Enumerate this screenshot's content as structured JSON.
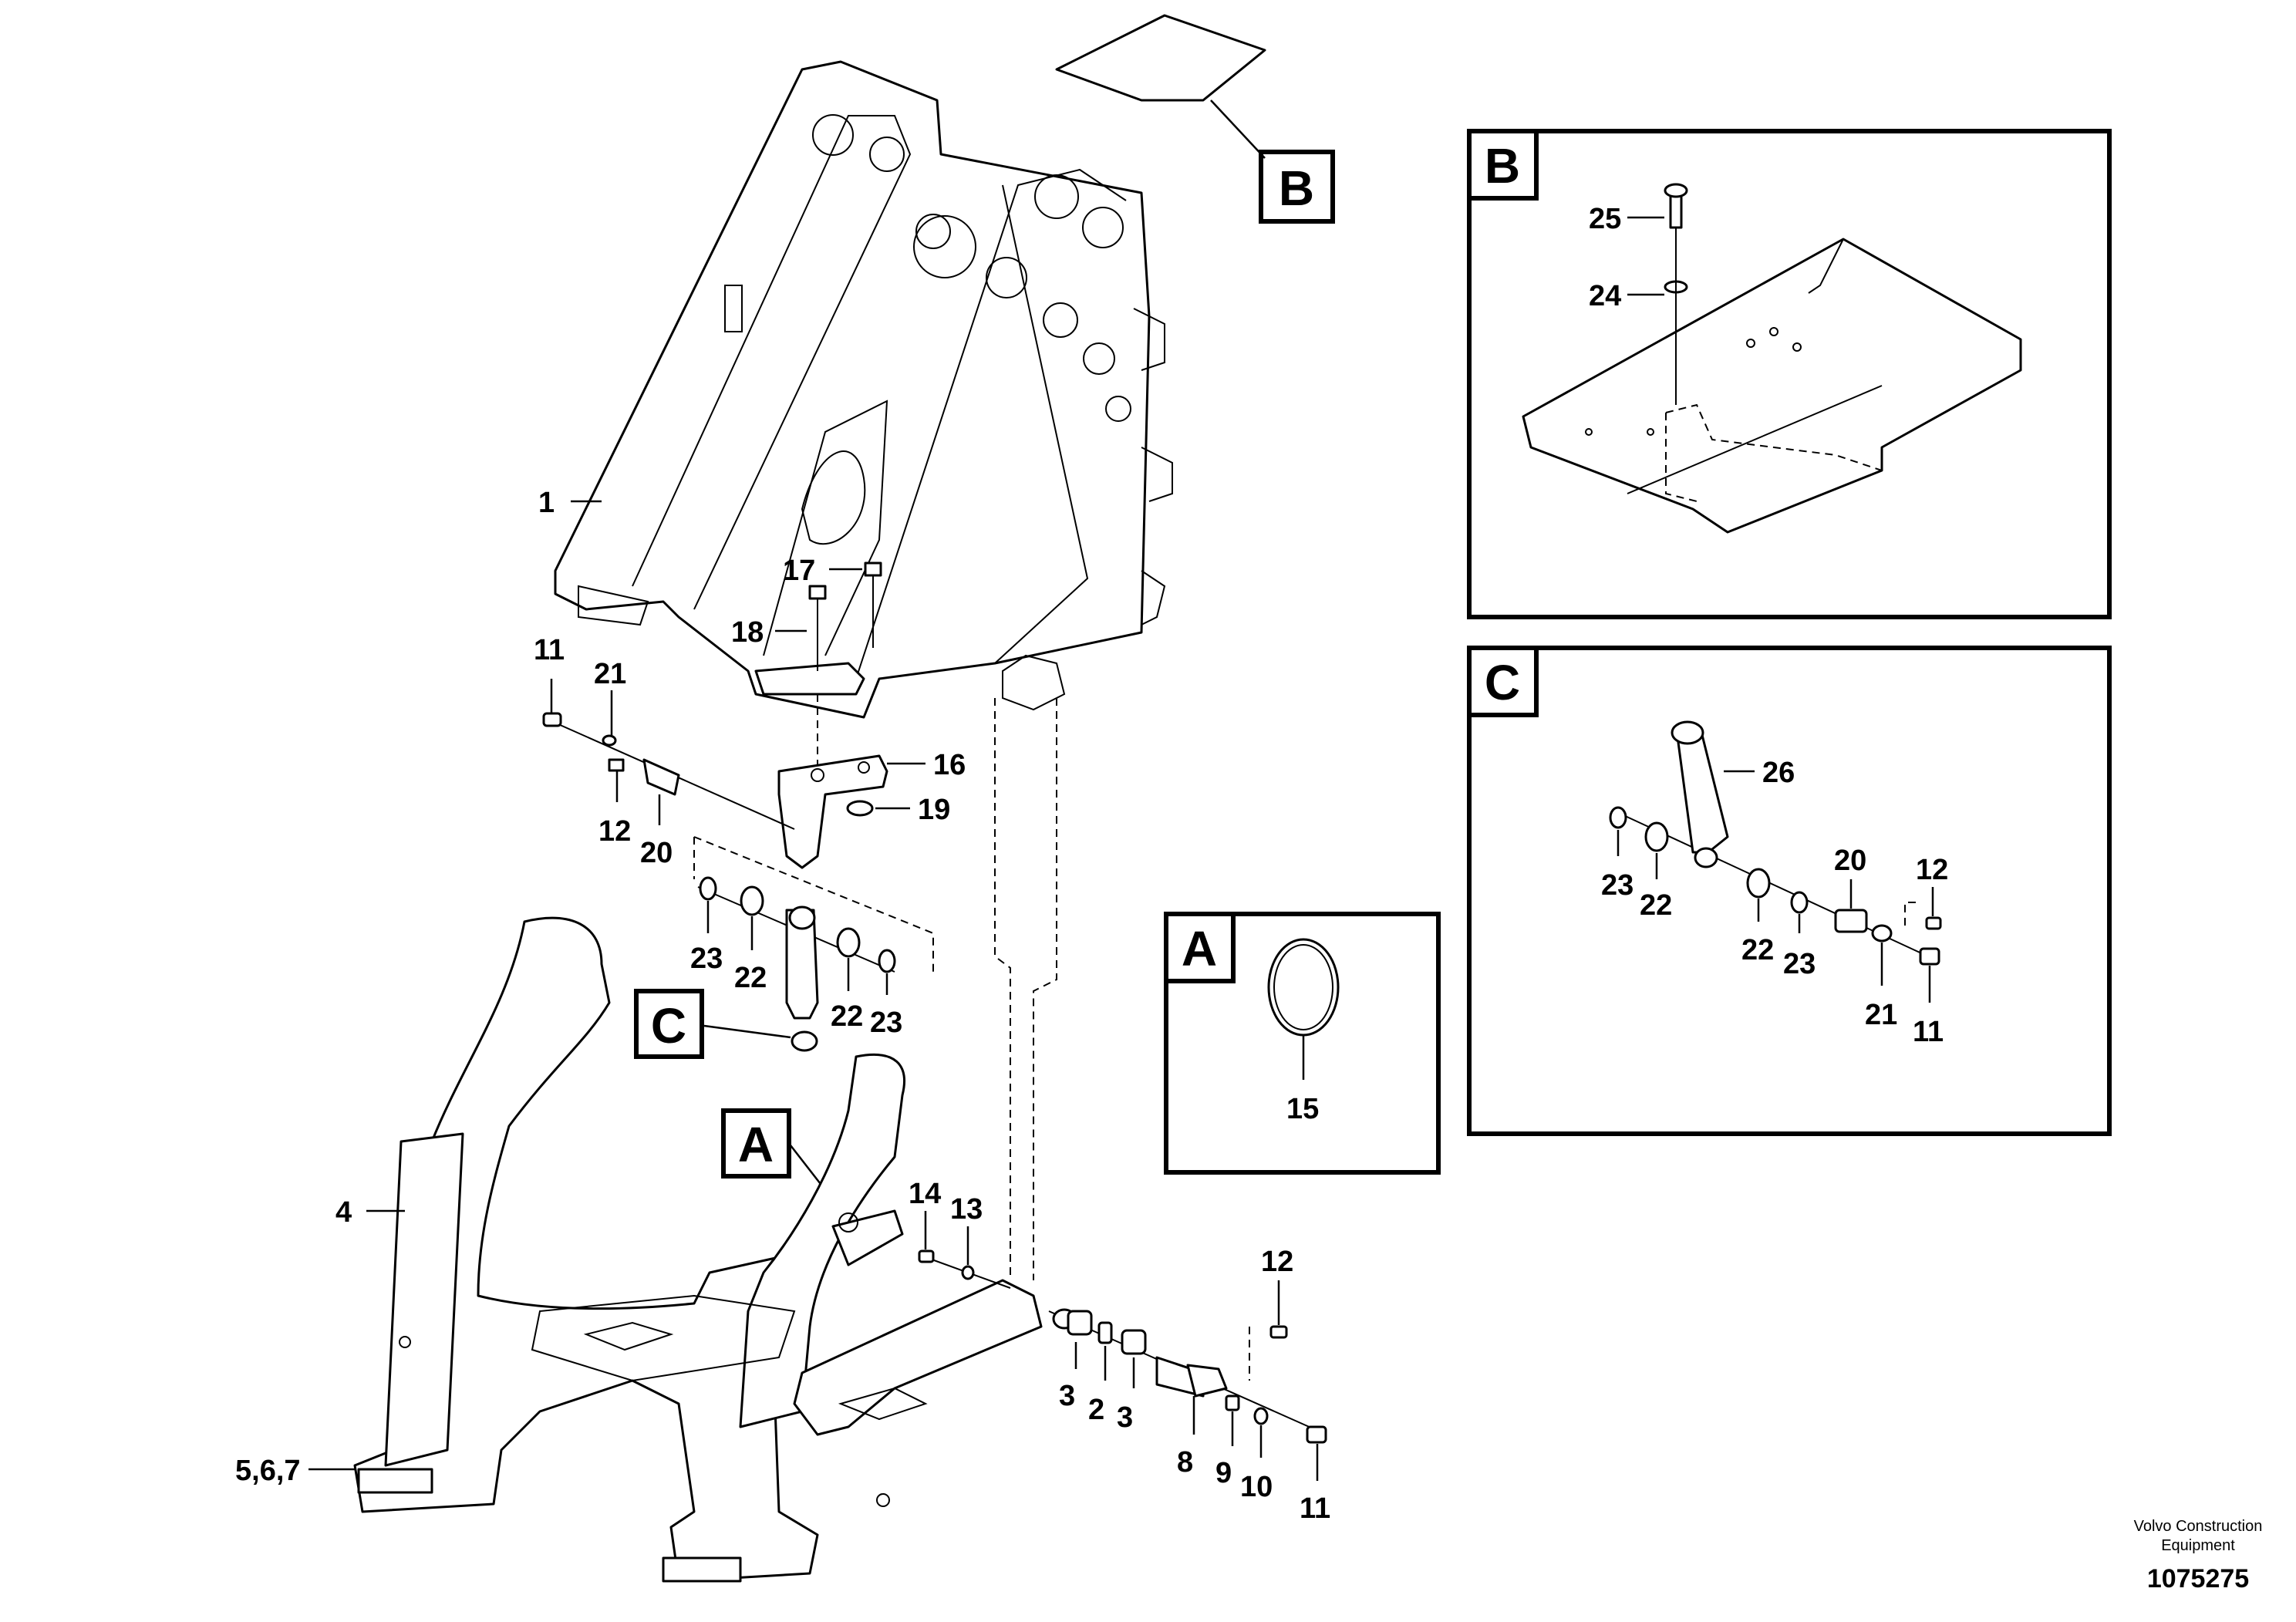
{
  "callouts": {
    "n1": "1",
    "n2": "2",
    "n3a": "3",
    "n3b": "3",
    "n4": "4",
    "n567": "5,6,7",
    "n8": "8",
    "n9": "9",
    "n10": "10",
    "n11_left": "11",
    "n11_bottom": "11",
    "n12_left": "12",
    "n12_bottom": "12",
    "n13": "13",
    "n14": "14",
    "n16": "16",
    "n17": "17",
    "n18": "18",
    "n19": "19",
    "n20_left": "20",
    "n21_left": "21",
    "n22_a": "22",
    "n22_b": "22",
    "n23_a": "23",
    "n23_b": "23"
  },
  "detail_refs": {
    "ref_b": "B",
    "ref_c": "C",
    "ref_a": "A"
  },
  "detail_b": {
    "title": "B",
    "n24": "24",
    "n25": "25"
  },
  "detail_c": {
    "title": "C",
    "n26": "26",
    "n23_a": "23",
    "n22_a": "22",
    "n22_b": "22",
    "n23_b": "23",
    "n20": "20",
    "n12": "12",
    "n21": "21",
    "n11": "11"
  },
  "detail_a": {
    "title": "A",
    "n15": "15"
  },
  "footer": {
    "company_line1": "Volvo Construction",
    "company_line2": "Equipment",
    "doc_number": "1075275"
  }
}
